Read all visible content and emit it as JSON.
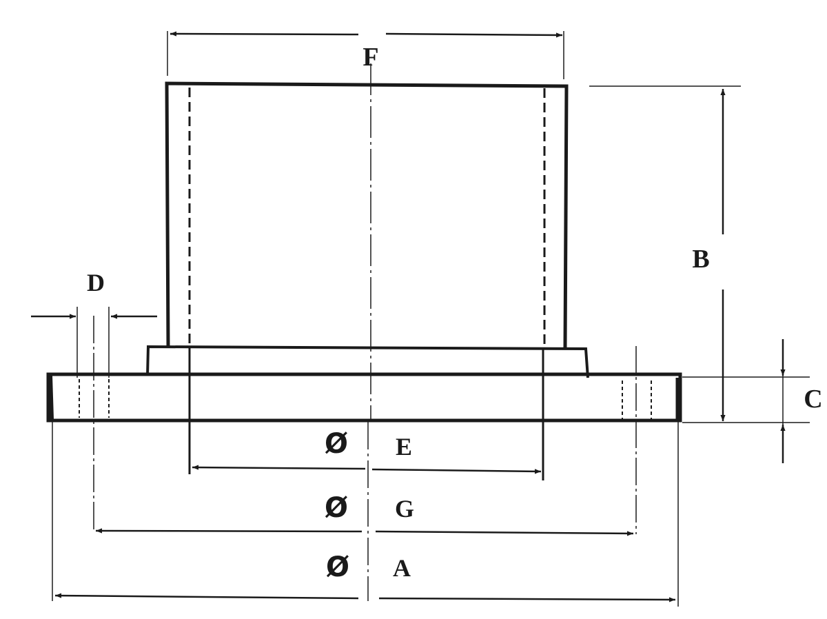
{
  "drawing": {
    "title": "",
    "diameter_symbol": "Ø",
    "labels": {
      "A": "A",
      "B": "B",
      "C": "C",
      "D": "D",
      "E": "E",
      "F": "F",
      "G": "G"
    }
  },
  "colors": {
    "ink": "#1a1a1a",
    "paper": "#ffffff"
  }
}
